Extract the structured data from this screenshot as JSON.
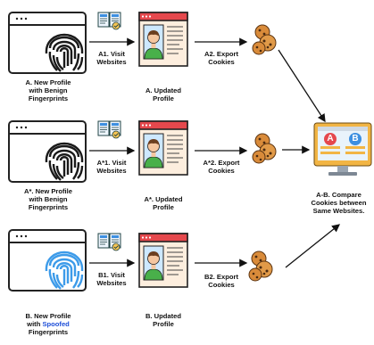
{
  "rows": [
    {
      "profile_lines": [
        "A. New Profile",
        "with Benign",
        "Fingerprints"
      ],
      "visit_label": [
        "A1. Visit",
        "Websites"
      ],
      "updated_label": [
        "A. Updated",
        "Profile"
      ],
      "export_label": [
        "A2. Export",
        "Cookies"
      ]
    },
    {
      "profile_lines": [
        "A*. New Profile",
        "with Benign",
        "Fingerprints"
      ],
      "visit_label": [
        "A*1. Visit",
        "Websites"
      ],
      "updated_label": [
        "A*. Updated",
        "Profile"
      ],
      "export_label": [
        "A*2. Export",
        "Cookies"
      ]
    },
    {
      "profile_lines": [
        "B. New Profile",
        "Fingerprints"
      ],
      "profile_mid_prefix": "with ",
      "profile_mid_highlight": "Spoofed",
      "visit_label": [
        "B1. Visit",
        "Websites"
      ],
      "updated_label": [
        "B. Updated",
        "Profile"
      ],
      "export_label": [
        "B2. Export",
        "Cookies"
      ]
    }
  ],
  "compare": {
    "label": [
      "A-B. Compare",
      "Cookies between",
      "Same Websites."
    ],
    "badge_a": "A",
    "badge_b": "B"
  },
  "colors": {
    "fingerprint_normal": "#1a1a1a",
    "fingerprint_spoofed": "#3d9be9",
    "highlight_text": "#1e4fd8",
    "badge_a": "#e5484d",
    "badge_b": "#3d8fe0",
    "monitor_frame": "#f2b544"
  },
  "icons": [
    "browser-window-icon",
    "fingerprint-icon",
    "website-docs-icon",
    "profile-card-icon",
    "cookies-icon",
    "monitor-icon"
  ]
}
